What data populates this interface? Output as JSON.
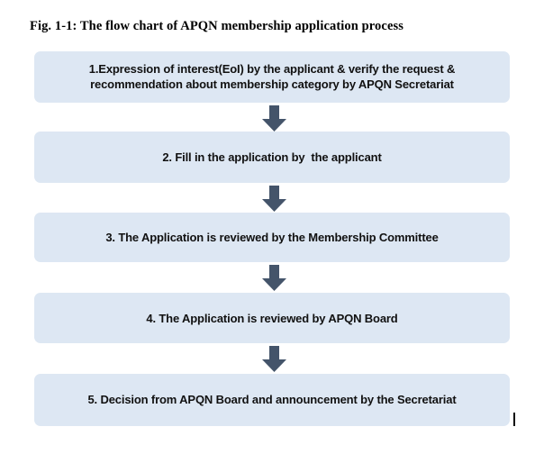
{
  "figure": {
    "title": "Fig. 1-1: The flow chart of APQN membership application process",
    "colors": {
      "box_fill": "#dde7f3",
      "arrow_fill": "#44546a",
      "text": "#111111",
      "title_text": "#000000",
      "page_background": "#ffffff"
    },
    "steps": [
      {
        "number": "1",
        "label": "1.Expression of interest(EoI) by the applicant & verify the request &\nrecommendation about membership category by APQN Secretariat"
      },
      {
        "number": "2",
        "label": "2. Fill in the application by  the applicant"
      },
      {
        "number": "3",
        "label": "3. The Application is reviewed by the Membership Committee"
      },
      {
        "number": "4",
        "label": "4. The Application is reviewed by APQN Board"
      },
      {
        "number": "5",
        "label": "5. Decision from APQN Board and announcement by the Secretariat"
      }
    ],
    "connectors": [
      {
        "name": "down-arrow-1-to-2",
        "direction": "down"
      },
      {
        "name": "down-arrow-2-to-3",
        "direction": "down"
      },
      {
        "name": "down-arrow-3-to-4",
        "direction": "down"
      },
      {
        "name": "down-arrow-4-to-5",
        "direction": "down"
      }
    ]
  }
}
